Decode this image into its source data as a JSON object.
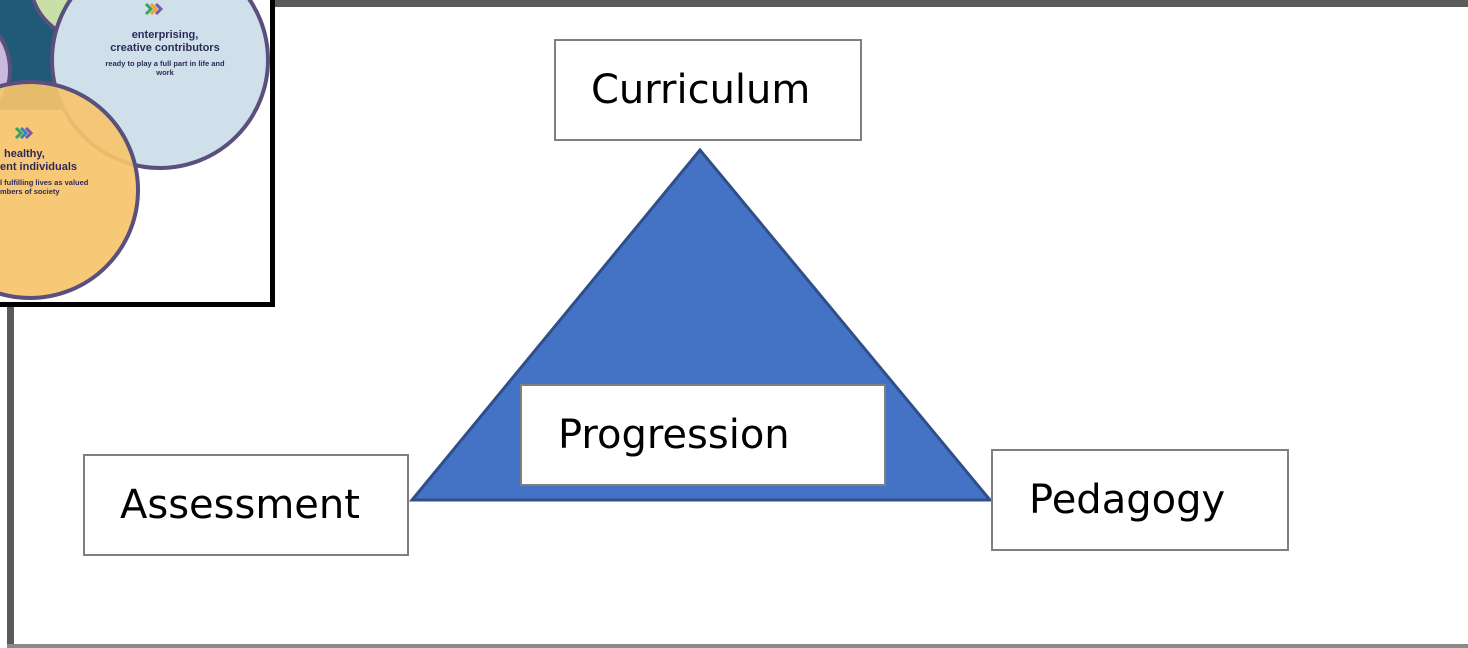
{
  "inset": {
    "top_circle": {
      "title_line1": "enterprising,",
      "title_line2": "creative contributors",
      "sub_line1": "ready to play a full part in life and",
      "sub_line2": "work"
    },
    "bottom_circle": {
      "title_line1": "healthy,",
      "title_line2": "ent individuals",
      "sub_line1": "l fulfilling lives as valued",
      "sub_line2": "mbers of society"
    }
  },
  "diagram": {
    "top_label": "Curriculum",
    "center_label": "Progression",
    "left_label": "Assessment",
    "right_label": "Pedagogy"
  },
  "colors": {
    "triangle_fill": "#4472c4",
    "triangle_stroke": "#2f4f8a",
    "box_border": "#7f7f7f"
  }
}
